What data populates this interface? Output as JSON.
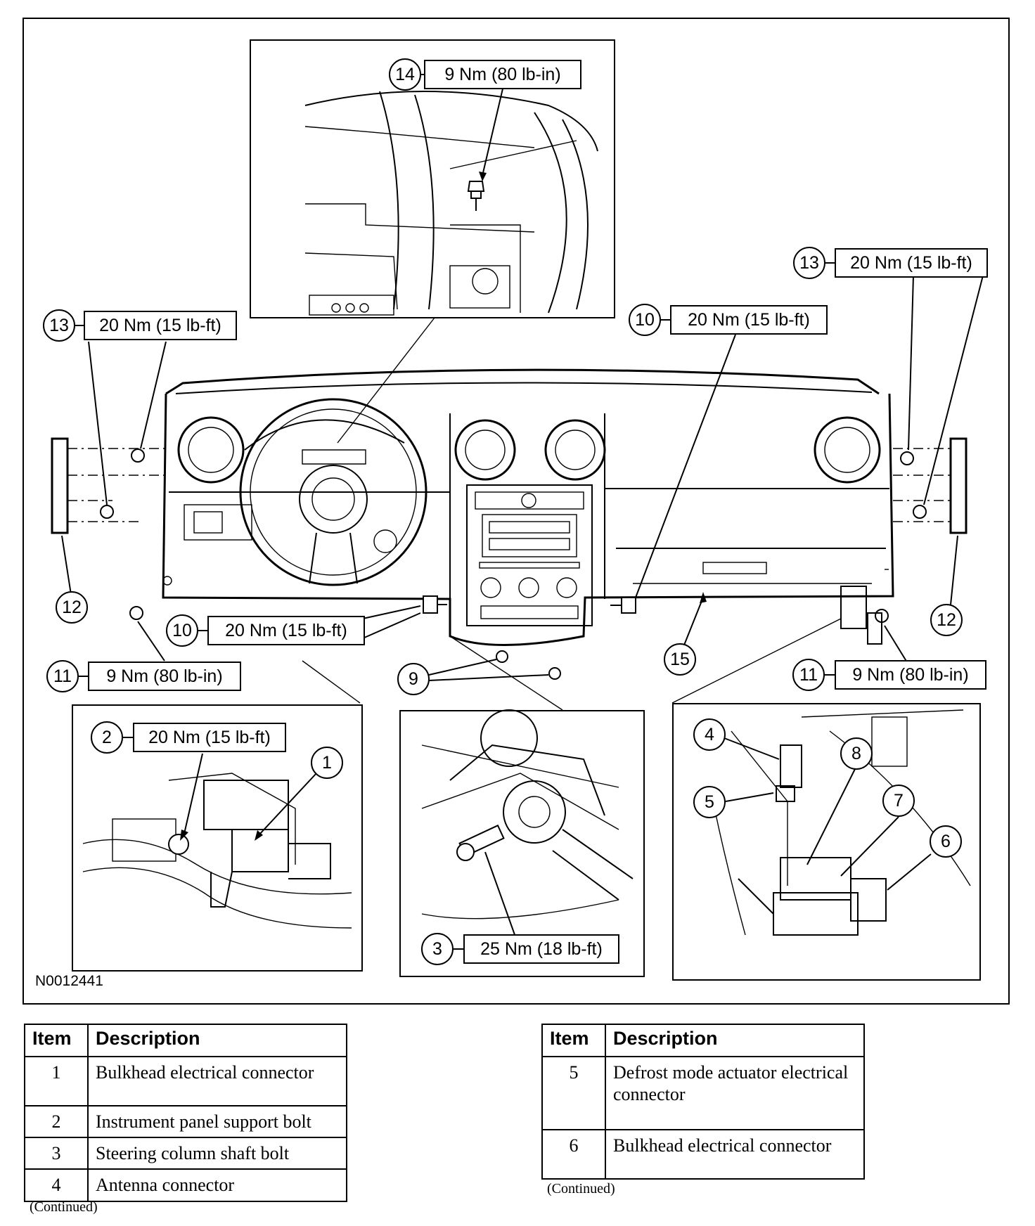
{
  "figure": {
    "code": "N0012441",
    "callouts": {
      "c1": "1",
      "c2": "2",
      "c3": "3",
      "c4": "4",
      "c5": "5",
      "c6": "6",
      "c7": "7",
      "c8": "8",
      "c9": "9",
      "c10a": "10",
      "c10b": "10",
      "c11a": "11",
      "c11b": "11",
      "c12a": "12",
      "c12b": "12",
      "c13a": "13",
      "c13b": "13",
      "c14": "14",
      "c15": "15"
    },
    "torques": {
      "t2": "20 Nm (15 lb-ft)",
      "t3": "25 Nm (18 lb-ft)",
      "t10a": "20 Nm (15 lb-ft)",
      "t10b": "20 Nm (15 lb-ft)",
      "t11a": "9 Nm (80 lb-in)",
      "t11b": "9 Nm (80 lb-in)",
      "t13a": "20 Nm (15 lb-ft)",
      "t13b": "20 Nm (15 lb-ft)",
      "t14": "9 Nm (80 lb-in)"
    }
  },
  "tables": {
    "left": {
      "headers": {
        "item": "Item",
        "description": "Description"
      },
      "rows": [
        {
          "item": "1",
          "description": "Bulkhead electrical connector"
        },
        {
          "item": "2",
          "description": "Instrument panel support bolt"
        },
        {
          "item": "3",
          "description": "Steering column shaft bolt"
        },
        {
          "item": "4",
          "description": "Antenna connector"
        }
      ],
      "continued": "(Continued)"
    },
    "right": {
      "headers": {
        "item": "Item",
        "description": "Description"
      },
      "rows": [
        {
          "item": "5",
          "description": "Defrost mode actuator electrical connector"
        },
        {
          "item": "6",
          "description": "Bulkhead electrical connector"
        }
      ],
      "continued": "(Continued)"
    }
  }
}
